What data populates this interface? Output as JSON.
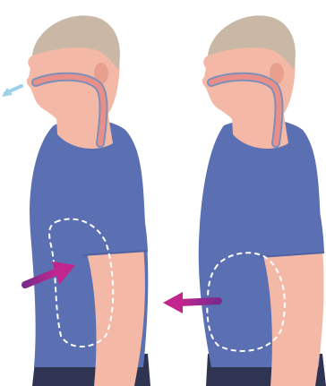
{
  "colors": {
    "background": "#ffffff",
    "skin": "#f4b8a6",
    "skin_shadow": "#e89f8e",
    "hair": "#c9b8a6",
    "shirt": "#5b6fb3",
    "shirt_shadow": "#4e61a3",
    "pants": "#2f3452",
    "airway": "#e98f8a",
    "airway_outline": "#7d90b8",
    "breath": "#9fd2e8",
    "arrow": "#c2268e",
    "arrow_gradient_end": "#7a2a8c",
    "dashed_outline": "#ffffff"
  },
  "figures": [
    {
      "id": "exhaling",
      "breath_visible": true,
      "belly_arrow_direction": "inward"
    },
    {
      "id": "inhaling",
      "breath_visible": false,
      "belly_arrow_direction": "outward"
    }
  ]
}
